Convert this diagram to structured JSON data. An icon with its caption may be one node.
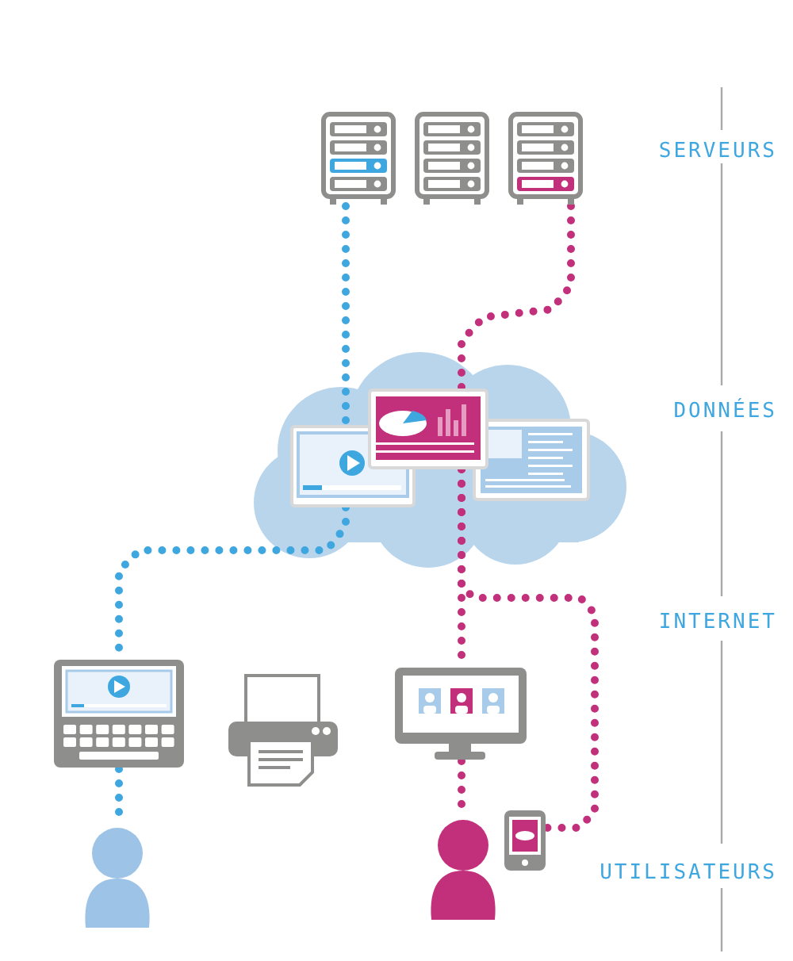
{
  "diagram": {
    "nodes": [
      {
        "text": [],
        "shape": "picture"
      },
      {
        "text": [],
        "shape": "picture"
      },
      {
        "text": [],
        "shape": "picture"
      },
      {
        "text": [],
        "shape": "cloud"
      },
      {
        "text": [],
        "shape": "picture",
        "in": 3
      },
      {
        "text": [],
        "shape": "picture",
        "in": 3
      },
      {
        "text": [],
        "shape": "picture",
        "in": 3
      },
      {
        "text": [],
        "shape": "picture"
      },
      {
        "text": [],
        "shape": "picture"
      },
      {
        "text": [],
        "shape": "picture"
      },
      {
        "text": [],
        "shape": "picture"
      },
      {
        "text": [],
        "shape": "person"
      },
      {
        "text": [],
        "shape": "person"
      }
    ],
    "edges": [
      {
        "from": 0,
        "to": 4,
        "arrow": "none",
        "color": "#3fa7e0"
      },
      {
        "from": 4,
        "to": 7,
        "arrow": "none",
        "color": "#3fa7e0"
      },
      {
        "from": 7,
        "to": 11,
        "arrow": "none",
        "color": "#3fa7e0"
      },
      {
        "from": 2,
        "to": 5,
        "arrow": "none"
      },
      {
        "from": 5,
        "to": 9,
        "arrow": "none"
      },
      {
        "from": 5,
        "to": 10,
        "arrow": "none"
      },
      {
        "from": 9,
        "to": 12,
        "arrow": "none"
      }
    ],
    "labels": [
      "SERVEURS",
      "DONNÉES",
      "INTERNET",
      "UTILISATEURS"
    ]
  }
}
